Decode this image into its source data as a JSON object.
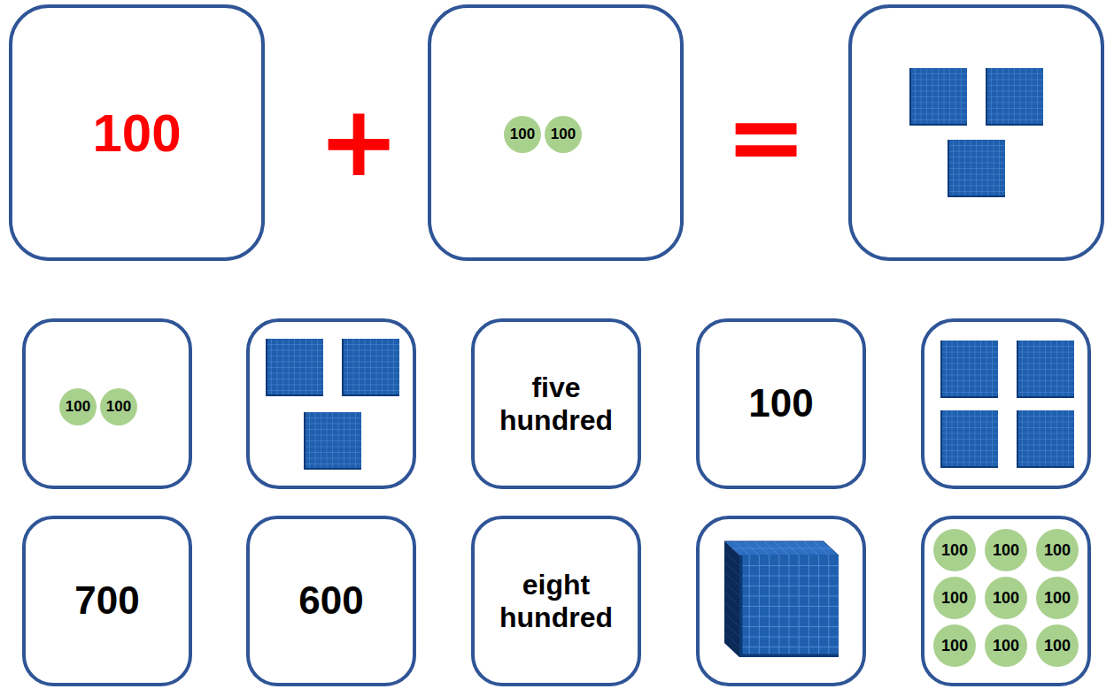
{
  "diagram": {
    "nodes": [
      {
        "text": [
          "100"
        ]
      },
      {
        "text": []
      },
      {
        "text": [
          "100"
        ],
        "in": 1
      },
      {
        "text": [
          "100"
        ],
        "in": 1
      },
      {
        "text": []
      },
      {
        "text": [
          "100"
        ],
        "in": 4
      },
      {
        "text": [
          "100"
        ],
        "in": 4
      },
      {
        "text": [
          "five hundred"
        ]
      },
      {
        "text": [
          "100"
        ]
      },
      {
        "text": [
          "700"
        ]
      },
      {
        "text": [
          "600"
        ]
      },
      {
        "text": [
          "eight hundred"
        ]
      },
      {
        "text": []
      },
      {
        "text": [
          "100"
        ],
        "in": 12
      },
      {
        "text": [
          "100"
        ],
        "in": 12
      },
      {
        "text": [
          "100"
        ],
        "in": 12
      },
      {
        "text": [
          "100"
        ],
        "in": 12
      },
      {
        "text": [
          "100"
        ],
        "in": 12
      },
      {
        "text": [
          "100"
        ],
        "in": 12
      },
      {
        "text": [
          "100"
        ],
        "in": 12
      },
      {
        "text": [
          "100"
        ],
        "in": 12
      },
      {
        "text": [
          "100"
        ],
        "in": 12
      }
    ],
    "labels": [
      "+",
      "="
    ]
  }
}
